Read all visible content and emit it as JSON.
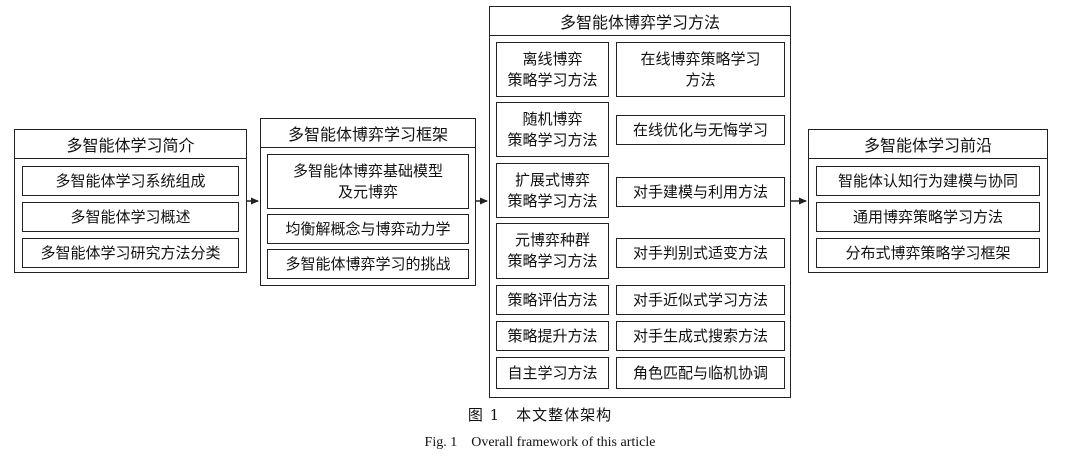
{
  "panels": {
    "intro": {
      "title": "多智能体学习简介",
      "items": [
        "多智能体学习系统组成",
        "多智能体学习概述",
        "多智能体学习研究方法分类"
      ]
    },
    "framework": {
      "title": "多智能体博弈学习框架",
      "items": [
        "多智能体博弈基础模型\n及元博弈",
        "均衡解概念与博弈动力学",
        "多智能体博弈学习的挑战"
      ]
    },
    "methods": {
      "title": "多智能体博弈学习方法",
      "left_items": [
        "离线博弈\n策略学习方法",
        "随机博弈\n策略学习方法",
        "扩展式博弈\n策略学习方法",
        "元博弈种群\n策略学习方法",
        "策略评估方法",
        "策略提升方法",
        "自主学习方法"
      ],
      "right_items": [
        "在线博弈策略学习\n方法",
        "在线优化与无悔学习",
        "对手建模与利用方法",
        "对手判别式适变方法",
        "对手近似式学习方法",
        "对手生成式搜索方法",
        "角色匹配与临机协调"
      ]
    },
    "frontier": {
      "title": "多智能体学习前沿",
      "items": [
        "智能体认知行为建模与协同",
        "通用博弈策略学习方法",
        "分布式博弈策略学习框架"
      ]
    }
  },
  "caption": {
    "chinese": "图 1　本文整体架构",
    "english": "Fig. 1　Overall framework of this article"
  }
}
